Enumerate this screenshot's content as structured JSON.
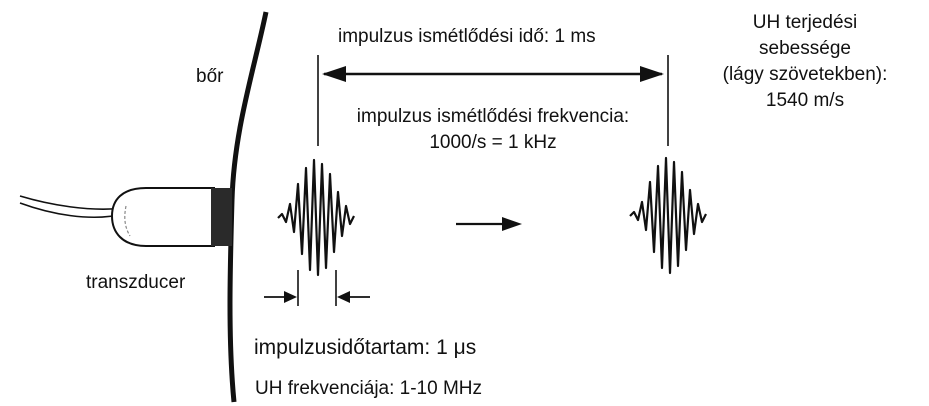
{
  "labels": {
    "skin": "bőr",
    "transducer": "transzducer",
    "repetition_time": "impulzus ismétlődési idő: 1 ms",
    "repetition_freq_line1": "impulzus ismétlődési  frekvencia:",
    "repetition_freq_line2": "1000/s = 1 kHz",
    "speed_line1": "UH terjedési",
    "speed_line2": "sebessége",
    "speed_line3": "(lágy szövetekben):",
    "speed_line4": "1540 m/s",
    "pulse_duration_label": "impulzusidőtartam:",
    "pulse_duration_value": "1 μs",
    "us_frequency": "UH frekvenciája: 1-10 MHz"
  }
}
